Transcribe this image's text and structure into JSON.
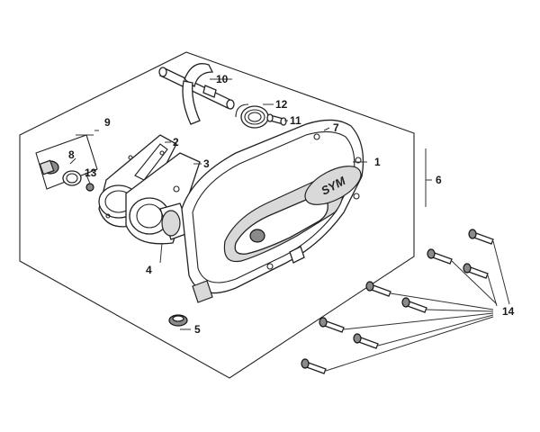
{
  "diagram": {
    "brand_logo": "SYM",
    "callouts": [
      {
        "id": "1",
        "text": "1"
      },
      {
        "id": "2",
        "text": "2"
      },
      {
        "id": "3",
        "text": "3"
      },
      {
        "id": "4",
        "text": "4"
      },
      {
        "id": "5",
        "text": "5"
      },
      {
        "id": "6",
        "text": "6"
      },
      {
        "id": "7",
        "text": "7"
      },
      {
        "id": "8",
        "text": "8"
      },
      {
        "id": "9",
        "text": "9"
      },
      {
        "id": "10",
        "text": "10"
      },
      {
        "id": "11",
        "text": "11"
      },
      {
        "id": "12",
        "text": "12"
      },
      {
        "id": "13",
        "text": "13"
      },
      {
        "id": "14",
        "text": "14"
      }
    ]
  }
}
